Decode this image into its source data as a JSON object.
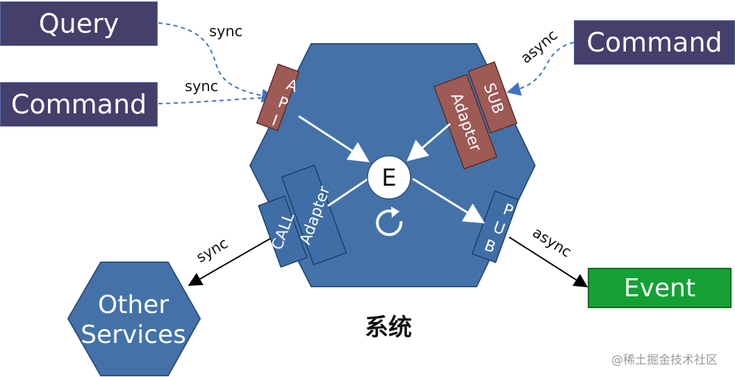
{
  "boxes": {
    "query": "Query",
    "command_left": "Command",
    "command_right": "Command",
    "event": "Event"
  },
  "other_services": {
    "line1": "Other",
    "line2": "Services"
  },
  "ports": {
    "api": [
      "A",
      "P",
      "I"
    ],
    "sub": "SUB",
    "sub_adapter": "Adapter",
    "call": "CALL",
    "call_adapter": "Adapter",
    "pub": [
      "P",
      "U",
      "B"
    ]
  },
  "core": {
    "label": "E",
    "refresh_icon": "refresh-icon"
  },
  "edges": {
    "query_sync": "sync",
    "command_sync": "sync",
    "command_async": "async",
    "call_sync": "sync",
    "pub_async": "async"
  },
  "system_label": "系统",
  "watermark": "@稀土掘金技术社区",
  "colors": {
    "hexagon": "#4472a8",
    "hexagon_border": "#2b4f7e",
    "port_red": "#9e5a55",
    "port_blue": "#3f6ea6",
    "command_box": "#443f6b",
    "event_box": "#15a035",
    "dashed_arrow": "#3f73c6"
  }
}
